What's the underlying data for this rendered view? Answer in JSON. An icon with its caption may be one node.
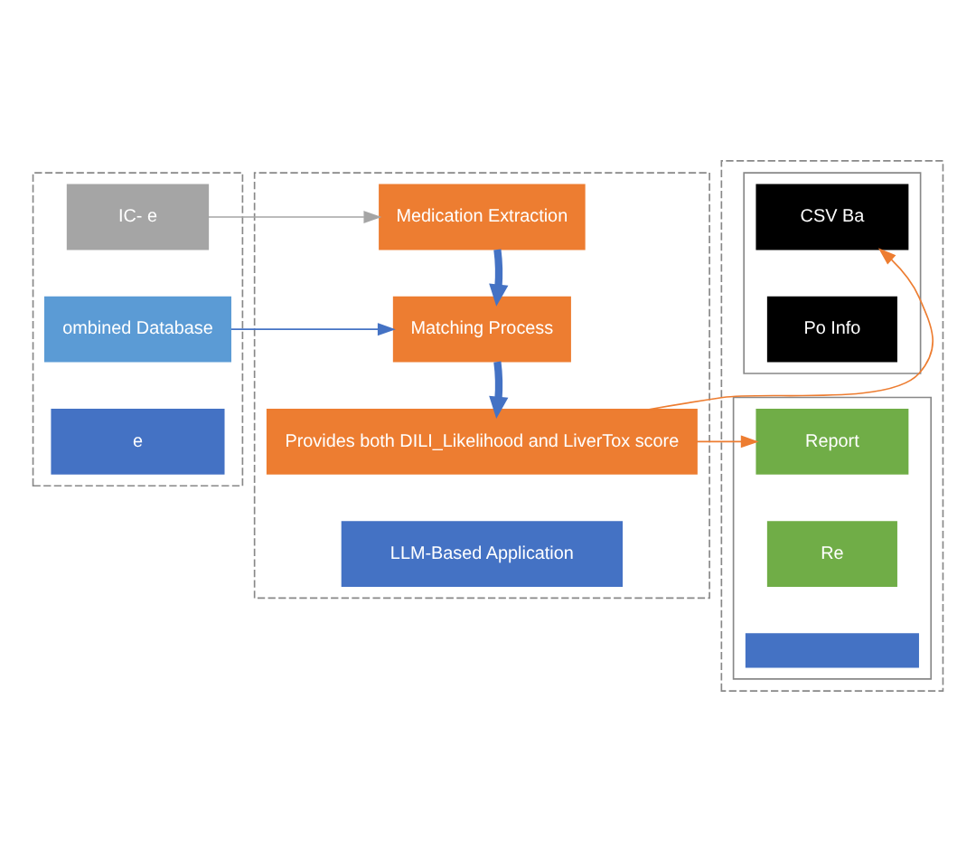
{
  "diagram": {
    "nodes": [
      {
        "text": [],
        "shape": "box"
      },
      {
        "text": [
          "IC- e"
        ],
        "in": 0
      },
      {
        "text": [
          "ombined Database"
        ],
        "in": 0
      },
      {
        "text": [
          "e"
        ],
        "in": 0
      },
      {
        "text": [],
        "shape": "box"
      },
      {
        "text": [
          "Medication Extraction"
        ],
        "in": 4
      },
      {
        "text": [
          "Matching Process"
        ],
        "in": 4
      },
      {
        "text": [
          "Provides both DILI_Likelihood and LiverTox score"
        ],
        "in": 4
      },
      {
        "text": [
          "LLM-Based Application"
        ],
        "in": 4
      },
      {
        "text": [],
        "shape": "box"
      },
      {
        "text": [],
        "shape": "box",
        "in": 9
      },
      {
        "text": [
          "CSV Ba"
        ],
        "in": 10
      },
      {
        "text": [
          "Po Info"
        ],
        "in": 10
      },
      {
        "text": [],
        "shape": "box",
        "in": 9
      },
      {
        "text": [
          "Report"
        ],
        "in": 13
      },
      {
        "text": [
          "Re"
        ],
        "in": 13
      },
      {
        "text": [],
        "shape": "bar",
        "in": 13
      }
    ],
    "edges": [
      {
        "from": 1,
        "to": 5,
        "arrow": "to",
        "color": "#a5a5a5"
      },
      {
        "from": 5,
        "to": 6,
        "arrow": "to",
        "style": "thick",
        "color": "#4472c4"
      },
      {
        "from": 2,
        "to": 6,
        "arrow": "to",
        "color": "#4472c4"
      },
      {
        "from": 6,
        "to": 7,
        "arrow": "to",
        "style": "thick",
        "color": "#4472c4"
      },
      {
        "from": 7,
        "to": 11,
        "arrow": "to",
        "color": "#ed7d31"
      },
      {
        "from": 7,
        "to": 14,
        "arrow": "to",
        "color": "#ed7d31"
      }
    ]
  }
}
